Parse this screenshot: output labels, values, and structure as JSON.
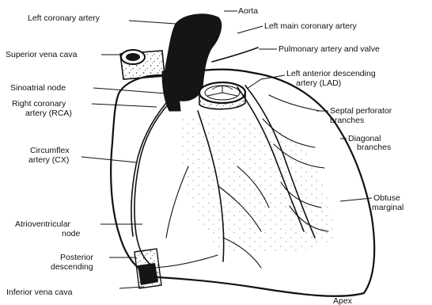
{
  "labels": {
    "left_coronary_artery": "Left coronary artery",
    "aorta": "Aorta",
    "left_main_coronary_artery": "Left main coronary artery",
    "superior_vena_cava": "Superior vena cava",
    "pulmonary_artery_and_valve": "Pulmonary artery and valve",
    "sinoatrial_node": "Sinoatrial node",
    "lad_line1": "Left anterior descending",
    "lad_line2": "artery (LAD)",
    "rca_line1": "Right coronary",
    "rca_line2": "artery (RCA)",
    "septal_line1": "Septal perforator",
    "septal_line2": "branches",
    "diagonal_line1": "Diagonal",
    "diagonal_line2": "branches",
    "circumflex_line1": "Circumflex",
    "circumflex_line2": "artery (CX)",
    "obtuse_line1": "Obtuse",
    "obtuse_line2": "marginal",
    "av_node_line1": "Atrioventricular",
    "av_node_line2": "node",
    "posterior_line1": "Posterior",
    "posterior_line2": "descending",
    "inferior_vena_cava": "Inferior vena cava",
    "apex": "Apex"
  },
  "colors": {
    "ink": "#111111",
    "vessel_fill": "#151515",
    "paper": "#ffffff"
  }
}
